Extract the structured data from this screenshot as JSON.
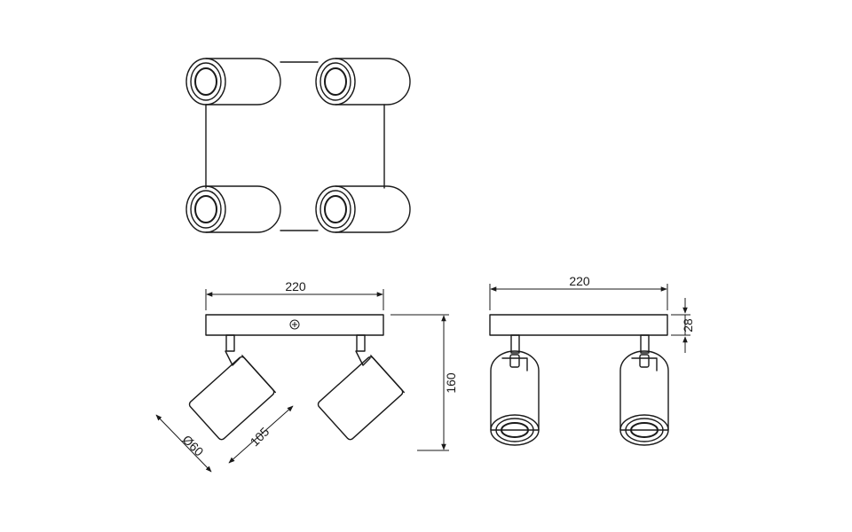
{
  "diagram": {
    "views": [
      "top-view",
      "front-view",
      "side-view"
    ],
    "dimensions": {
      "front_width": "220",
      "height": "160",
      "diameter": "Ø60",
      "length": "105",
      "side_width": "220",
      "plate_height": "28"
    }
  }
}
